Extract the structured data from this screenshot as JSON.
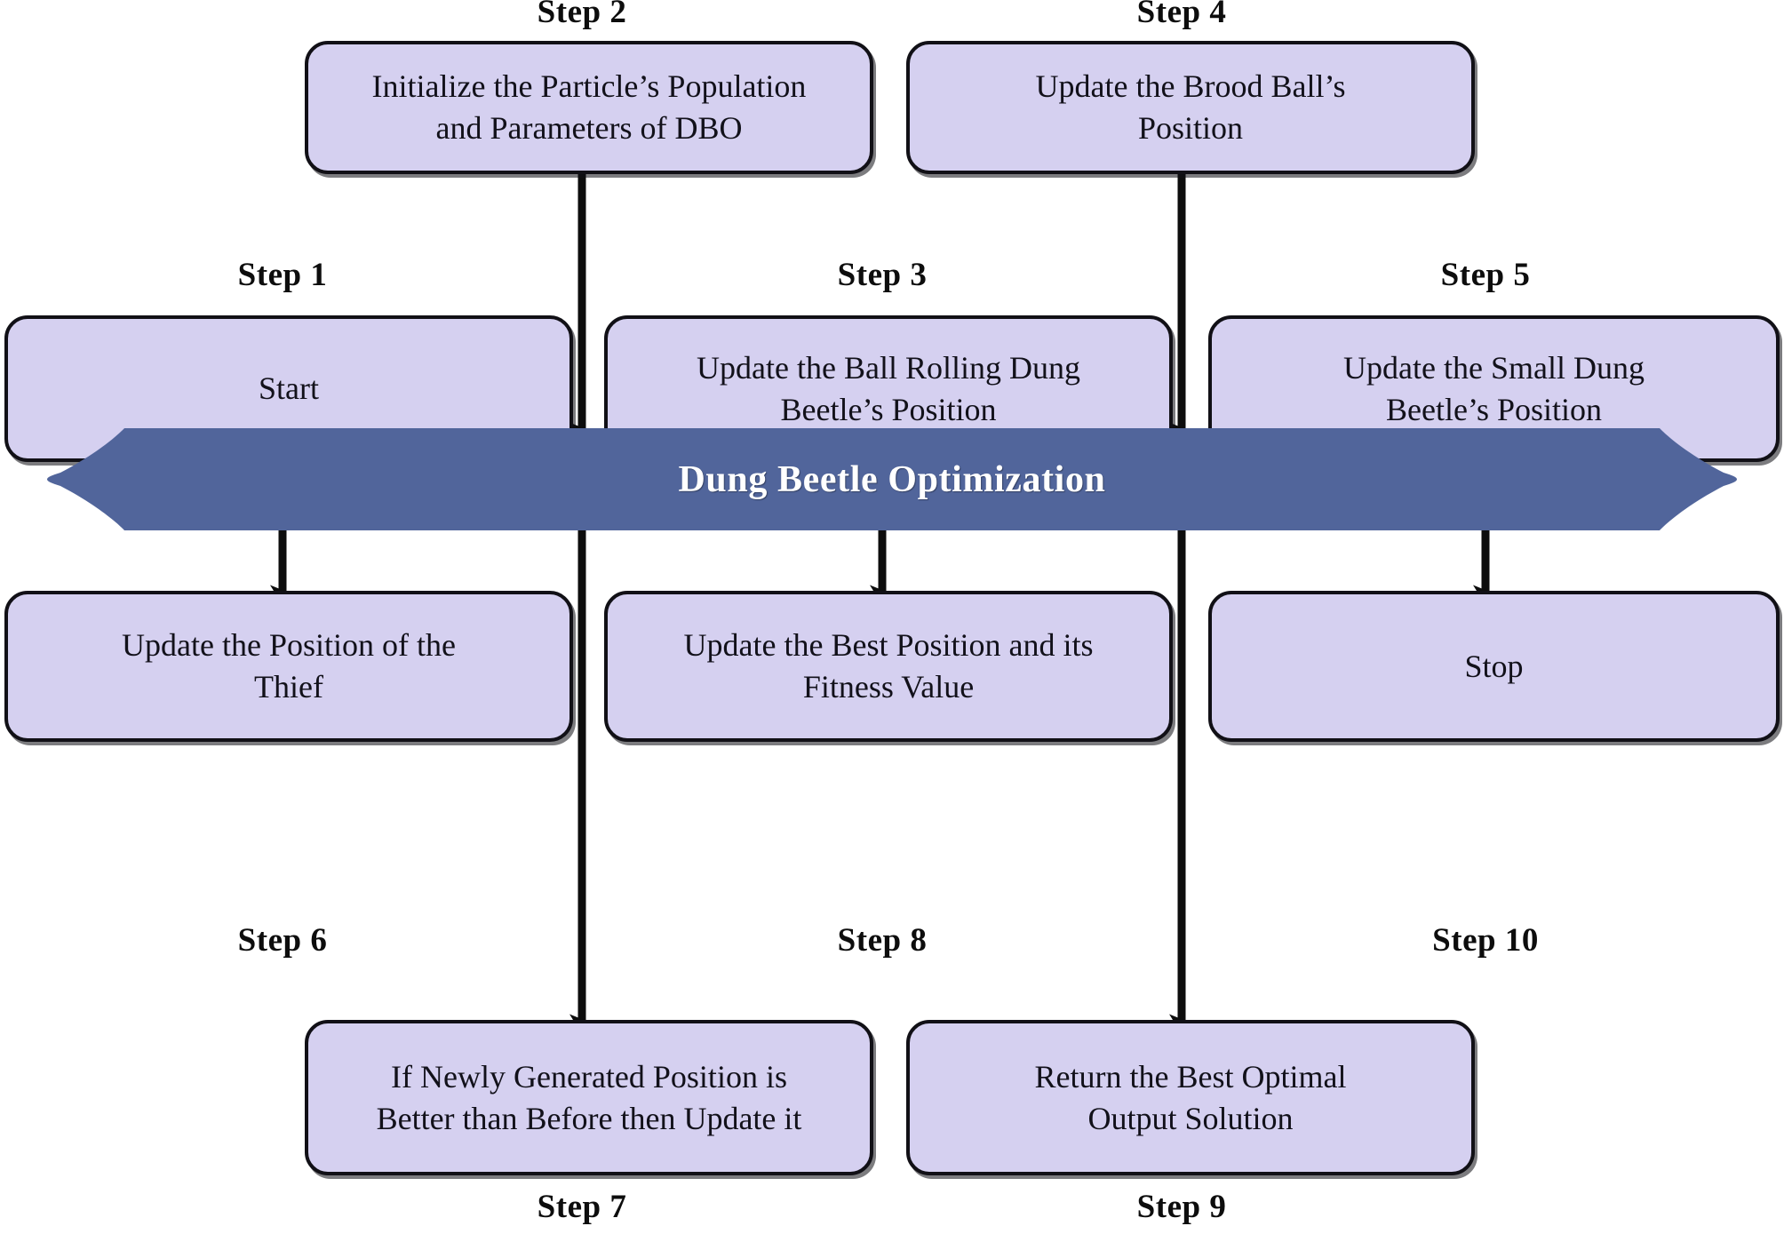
{
  "diagram": {
    "title": "Dung Beetle Optimization",
    "colors": {
      "node_fill": "#d5d0f0",
      "node_stroke": "#111016",
      "banner_fill": "#51659b",
      "banner_text": "#ffffff",
      "background": "#ffffff",
      "arrow": "#0d0d0d"
    },
    "banner": {
      "label": "Dung Beetle Optimization",
      "shape": "ribbon-banner"
    },
    "steps": [
      {
        "id": "step1",
        "caption": "Step 1",
        "caption_position": "above",
        "lines": [
          "Start"
        ],
        "row": "upper",
        "column": "left"
      },
      {
        "id": "step2",
        "caption": "Step 2",
        "caption_position": "above",
        "lines": [
          "Initialize the Particle’s Population",
          "and Parameters of DBO"
        ],
        "row": "top",
        "column": "center-left"
      },
      {
        "id": "step3",
        "caption": "Step 3",
        "caption_position": "above",
        "lines": [
          "Update the Ball Rolling Dung",
          "Beetle’s Position"
        ],
        "row": "upper",
        "column": "center"
      },
      {
        "id": "step4",
        "caption": "Step 4",
        "caption_position": "above",
        "lines": [
          "Update the Brood Ball’s",
          "Position"
        ],
        "row": "top",
        "column": "center-right"
      },
      {
        "id": "step5",
        "caption": "Step 5",
        "caption_position": "above",
        "lines": [
          "Update the Small Dung",
          "Beetle’s Position"
        ],
        "row": "upper",
        "column": "right"
      },
      {
        "id": "step6",
        "caption": "Step 6",
        "caption_position": "below",
        "lines": [
          "Update the Position of the",
          "Thief"
        ],
        "row": "lower",
        "column": "left"
      },
      {
        "id": "step7",
        "caption": "Step 7",
        "caption_position": "below",
        "lines": [
          "If Newly Generated Position is",
          "Better than Before then Update it"
        ],
        "row": "bottom",
        "column": "center-left"
      },
      {
        "id": "step8",
        "caption": "Step 8",
        "caption_position": "below",
        "lines": [
          "Update the Best Position and its",
          "Fitness Value"
        ],
        "row": "lower",
        "column": "center"
      },
      {
        "id": "step9",
        "caption": "Step 9",
        "caption_position": "below",
        "lines": [
          "Return the Best Optimal",
          "Output Solution"
        ],
        "row": "bottom",
        "column": "center-right"
      },
      {
        "id": "step10",
        "caption": "Step 10",
        "caption_position": "below",
        "lines": [
          "Stop"
        ],
        "row": "lower",
        "column": "right"
      }
    ],
    "connectors": [
      {
        "from": "banner",
        "to": "step1",
        "direction": "up"
      },
      {
        "from": "banner",
        "to": "step2",
        "direction": "up"
      },
      {
        "from": "banner",
        "to": "step3",
        "direction": "up"
      },
      {
        "from": "banner",
        "to": "step4",
        "direction": "up"
      },
      {
        "from": "banner",
        "to": "step5",
        "direction": "up"
      },
      {
        "from": "banner",
        "to": "step6",
        "direction": "down"
      },
      {
        "from": "banner",
        "to": "step7",
        "direction": "down"
      },
      {
        "from": "banner",
        "to": "step8",
        "direction": "down"
      },
      {
        "from": "banner",
        "to": "step9",
        "direction": "down"
      },
      {
        "from": "banner",
        "to": "step10",
        "direction": "down"
      }
    ]
  }
}
